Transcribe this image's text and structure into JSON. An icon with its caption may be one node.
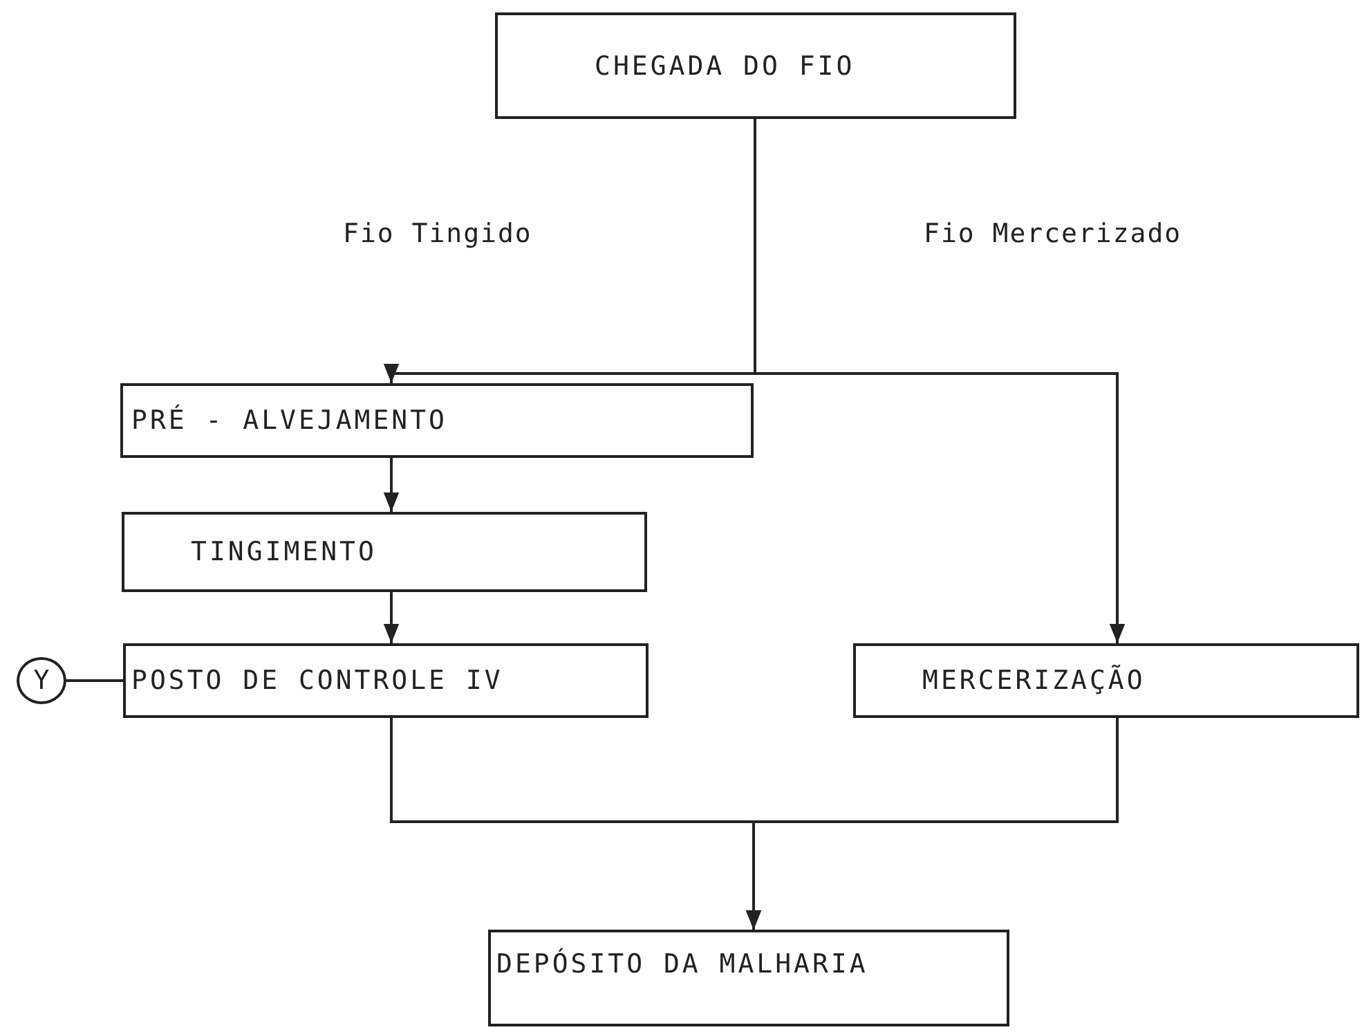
{
  "diagram": {
    "nodes": [
      {
        "text": [
          "CHEGADA DO FIO"
        ]
      },
      {
        "text": [
          "PRÉ - ALVEJAMENTO"
        ]
      },
      {
        "text": [
          "TINGIMENTO"
        ]
      },
      {
        "text": [
          "POSTO DE CONTROLE IV"
        ]
      },
      {
        "text": [
          "Y"
        ]
      },
      {
        "text": [
          "MERCERIZAÇÃO"
        ]
      },
      {
        "text": [
          "DEPÓSITO DA MALHARIA"
        ]
      }
    ],
    "edges": [
      {
        "from": 0,
        "to": 1,
        "arrow": "to",
        "label": "Fio Tingido"
      },
      {
        "from": 0,
        "to": 5,
        "arrow": "to",
        "label": "Fio Mercerizado"
      },
      {
        "from": 1,
        "to": 2,
        "arrow": "to"
      },
      {
        "from": 2,
        "to": 3,
        "arrow": "to"
      },
      {
        "from": 4,
        "to": 3,
        "arrow": "none"
      },
      {
        "from": 3,
        "to": 6,
        "arrow": "to"
      },
      {
        "from": 5,
        "to": 6,
        "arrow": "to"
      }
    ]
  }
}
